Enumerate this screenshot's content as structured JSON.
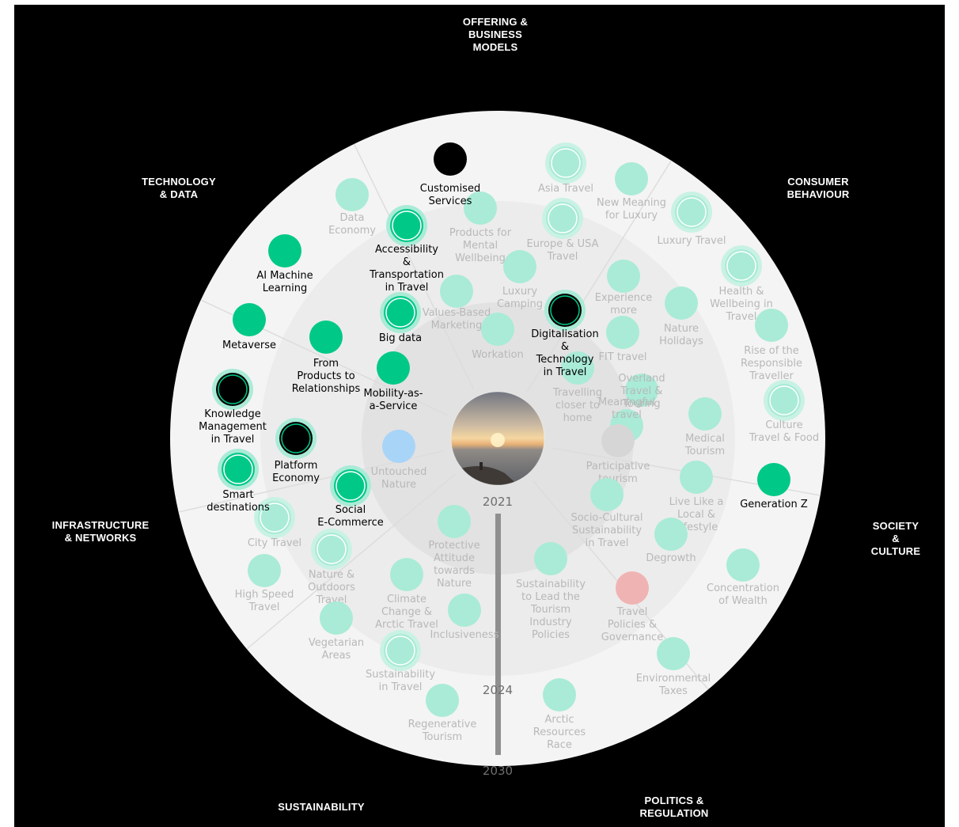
{
  "categories": [
    {
      "key": "offering",
      "label": "OFFERING &\nBUSINESS\nMODELS"
    },
    {
      "key": "consumer",
      "label": "CONSUMER\nBEHAVIOUR"
    },
    {
      "key": "society",
      "label": "SOCIETY &\nCULTURE"
    },
    {
      "key": "politics",
      "label": "POLITICS &\nREGULATION"
    },
    {
      "key": "sustainability",
      "label": "SUSTAINABILITY"
    },
    {
      "key": "infrastructure",
      "label": "INFRASTRUCTURE\n& NETWORKS"
    },
    {
      "key": "technology",
      "label": "TECHNOLOGY\n& DATA"
    }
  ],
  "timeline": {
    "years": [
      "2021",
      "2024",
      "2030"
    ]
  },
  "center_image": {
    "description": "sunset-over-sea-photo"
  },
  "colors": {
    "background": "#000000",
    "disc_outer": "#f4f4f4",
    "disc_middle": "#ececec",
    "disc_inner": "#e2e2e2",
    "active_green": "#00c987",
    "faded_green": "#a9ebd6",
    "highlight_black": "#000000",
    "blue": "#a8d4f8",
    "grey": "#d6d6d6",
    "pink": "#f0b3b3",
    "timeline": "#8f8f8f"
  },
  "trends": [
    {
      "label": "Customised\nServices",
      "style": "black",
      "emphasis": true
    },
    {
      "label": "Asia Travel",
      "style": "faded-ring",
      "emphasis": false
    },
    {
      "label": "New Meaning\nfor Luxury",
      "style": "faded",
      "emphasis": false
    },
    {
      "label": "Luxury Travel",
      "style": "faded-ring",
      "emphasis": false
    },
    {
      "label": "Data\nEconomy",
      "style": "faded",
      "emphasis": false
    },
    {
      "label": "Products for\nMental\nWellbeing",
      "style": "faded",
      "emphasis": false
    },
    {
      "label": "Accessibility\n&\nTransportation\nin Travel",
      "style": "green-ring",
      "emphasis": true
    },
    {
      "label": "Europe & USA\nTravel",
      "style": "faded-ring",
      "emphasis": false
    },
    {
      "label": "Health &\nWellbeing in\nTravel",
      "style": "faded-ring",
      "emphasis": false
    },
    {
      "label": "AI Machine\nLearning",
      "style": "green",
      "emphasis": true
    },
    {
      "label": "Luxury\nCamping",
      "style": "faded",
      "emphasis": false
    },
    {
      "label": "Experience\nmore",
      "style": "faded",
      "emphasis": false
    },
    {
      "label": "Values-Based\nMarketing",
      "style": "faded",
      "emphasis": false
    },
    {
      "label": "Nature\nHolidays",
      "style": "faded",
      "emphasis": false
    },
    {
      "label": "Big data",
      "style": "green-ring",
      "emphasis": true
    },
    {
      "label": "Rise of the\nResponsible\nTraveller",
      "style": "faded",
      "emphasis": false
    },
    {
      "label": "Metaverse",
      "style": "green",
      "emphasis": true
    },
    {
      "label": "Workation",
      "style": "faded",
      "emphasis": false
    },
    {
      "label": "From\nProducts to\nRelationships",
      "style": "green",
      "emphasis": true
    },
    {
      "label": "Digitalisation\n&\nTechnology\nin Travel",
      "style": "black-ring",
      "emphasis": true
    },
    {
      "label": "FIT travel",
      "style": "faded",
      "emphasis": false
    },
    {
      "label": "Mobility-as-\na-Service",
      "style": "green",
      "emphasis": true
    },
    {
      "label": "Travelling\ncloser to\nhome",
      "style": "faded",
      "emphasis": false
    },
    {
      "label": "Overland\nTravel &\nTouring",
      "style": "faded",
      "emphasis": false
    },
    {
      "label": "Knowledge\nManagement\nin Travel",
      "style": "black-ring",
      "emphasis": true
    },
    {
      "label": "Meaningful\ntravel",
      "style": "faded",
      "emphasis": false
    },
    {
      "label": "Culture\nTravel & Food",
      "style": "faded-ring",
      "emphasis": false
    },
    {
      "label": "Medical\nTourism",
      "style": "faded",
      "emphasis": false
    },
    {
      "label": "Platform\nEconomy",
      "style": "black-ring",
      "emphasis": true
    },
    {
      "label": "Participative\ntourism",
      "style": "grey",
      "emphasis": false
    },
    {
      "label": "Untouched\nNature",
      "style": "blue",
      "emphasis": false
    },
    {
      "label": "Smart\ndestinations",
      "style": "green-ring",
      "emphasis": true
    },
    {
      "label": "Social\nE-Commerce",
      "style": "green-ring",
      "emphasis": true
    },
    {
      "label": "Generation Z",
      "style": "green",
      "emphasis": true
    },
    {
      "label": "Live Like a\nLocal &\nLifestyle",
      "style": "faded",
      "emphasis": false
    },
    {
      "label": "City Travel",
      "style": "faded-ring",
      "emphasis": false
    },
    {
      "label": "Socio-Cultural\nSustainability\nin Travel",
      "style": "faded",
      "emphasis": false
    },
    {
      "label": "Protective\nAttitude\ntowards\nNature",
      "style": "faded",
      "emphasis": false
    },
    {
      "label": "Nature &\nOutdoors\nTravel",
      "style": "faded-ring",
      "emphasis": false
    },
    {
      "label": "Degrowth",
      "style": "faded",
      "emphasis": false
    },
    {
      "label": "High Speed\nTravel",
      "style": "faded",
      "emphasis": false
    },
    {
      "label": "Sustainability\nto Lead the\nTourism\nIndustry\nPolicies",
      "style": "faded",
      "emphasis": false
    },
    {
      "label": "Travel\nPolicies &\nGovernance",
      "style": "pink",
      "emphasis": false
    },
    {
      "label": "Concentration\nof Wealth",
      "style": "faded",
      "emphasis": false
    },
    {
      "label": "Climate\nChange &\nArctic Travel",
      "style": "faded",
      "emphasis": false
    },
    {
      "label": "Inclusiveness",
      "style": "faded",
      "emphasis": false
    },
    {
      "label": "Vegetarian\nAreas",
      "style": "faded",
      "emphasis": false
    },
    {
      "label": "Sustainability\nin Travel",
      "style": "faded-ring",
      "emphasis": false
    },
    {
      "label": "Environmental\nTaxes",
      "style": "faded",
      "emphasis": false
    },
    {
      "label": "Regenerative\nTourism",
      "style": "faded",
      "emphasis": false
    },
    {
      "label": "Arctic\nResources\nRace",
      "style": "faded",
      "emphasis": false
    }
  ]
}
